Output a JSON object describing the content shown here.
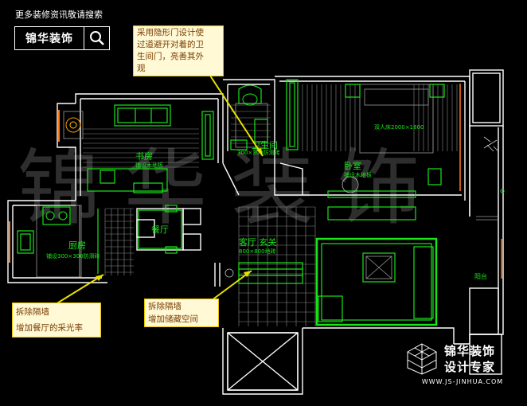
{
  "header": {
    "search_hint": "更多装修资讯敬请搜索",
    "brand": "锦华装饰",
    "search_icon": "magnifier-icon"
  },
  "watermark": "锦华装饰",
  "rooms": {
    "study": "书房",
    "bathroom": "卫生间",
    "master_bedroom": "卧室",
    "kitchen": "厨房",
    "dining": "餐厅",
    "living": "客厅 玄关",
    "balcony": "阳台"
  },
  "floor_notes": {
    "study": "铺设木地板",
    "bathroom": "300×300防滑砖",
    "bedroom": "铺设木地板",
    "kitchen": "铺设300×300防滑砖",
    "living": "800×800地砖"
  },
  "bed_label": "双人床2000×1800",
  "callouts": {
    "top": "采用隐形门设计使\n过道避开对着的卫\n生间门，亮善其外\n观",
    "left": "拆除隔墙\n增加餐厅的采光率",
    "middle": "拆除隔墙\n增加储藏空间"
  },
  "footer_brand": {
    "line1": "锦华装饰",
    "line2": "设计专家",
    "url": "WWW.JS-JINHUA.COM",
    "logo_icon": "isometric-cube-logo-icon"
  }
}
